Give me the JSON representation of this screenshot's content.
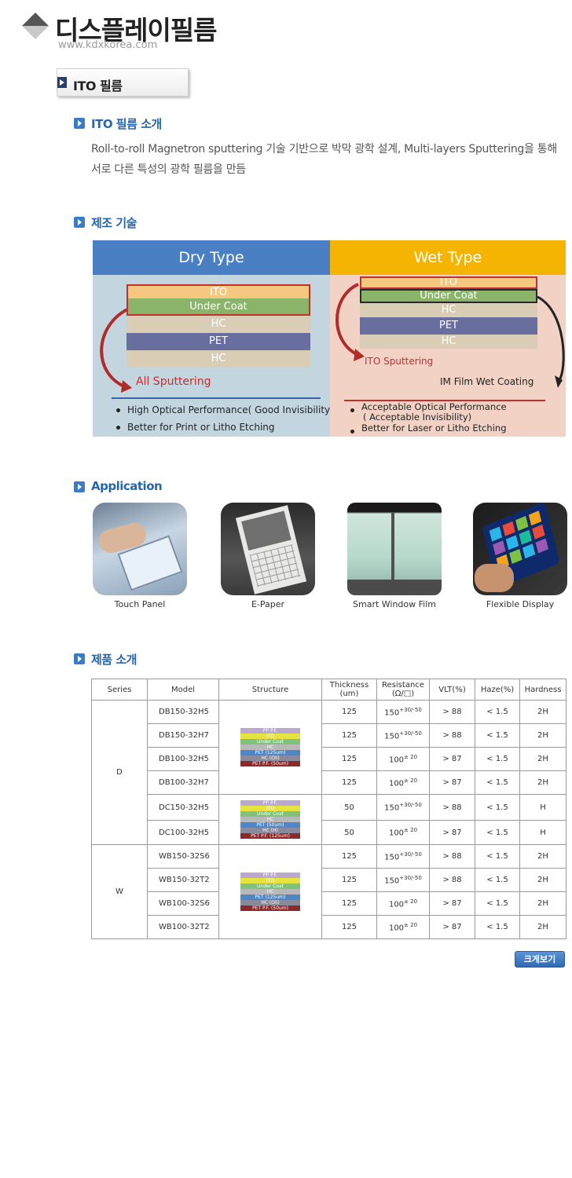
{
  "header": {
    "title": "디스플레이필름",
    "url": "www.kdxkorea.com"
  },
  "section_tab": "ITO 필름",
  "intro": {
    "heading": "ITO 필름 소개",
    "line1": "Roll-to-roll Magnetron sputtering 기술 기반으로 박막 광학 설계, Multi-layers Sputtering을 통해",
    "line2": "서로 다른 특성의 광학 필름을 만듬"
  },
  "tech": {
    "heading": "제조 기술",
    "dry": {
      "title": "Dry Type",
      "layers": [
        "ITO",
        "Under Coat",
        "HC",
        "PET",
        "HC"
      ],
      "process": "All Sputtering",
      "bullets": [
        "High Optical Performance( Good Invisibility)",
        "Better for Print or Litho Etching"
      ]
    },
    "wet": {
      "title": "Wet Type",
      "layers": [
        "ITO",
        "Under Coat",
        "HC",
        "PET",
        "HC"
      ],
      "process_left": "ITO Sputtering",
      "process_right": "IM Film Wet Coating",
      "bullets": [
        "Acceptable Optical Performance",
        "( Acceptable Invisibility)",
        "Better for Laser or Litho Etching"
      ]
    },
    "colors": {
      "dry_head": "#4a80c3",
      "wet_head": "#f5b400",
      "arrow": "#c0302c"
    }
  },
  "application": {
    "heading": "Application",
    "items": [
      "Touch Panel",
      "E-Paper",
      "Smart Window Film",
      "Flexible Display"
    ]
  },
  "products": {
    "heading": "제품 소개",
    "columns": [
      "Series",
      "Model",
      "Structure",
      "Thickness",
      "(um)",
      "Resistance",
      "(Ω/□)",
      "VLT(%)",
      "Haze(%)",
      "Hardness"
    ],
    "series": [
      "D",
      "W"
    ],
    "rows": [
      {
        "model": "DB150-32H5",
        "thickness": "125",
        "res": "150",
        "res_tol": "+30/-50",
        "vlt": "> 88",
        "haze": "< 1.5",
        "hard": "2H"
      },
      {
        "model": "DB150-32H7",
        "thickness": "125",
        "res": "150",
        "res_tol": "+30/-50",
        "vlt": "> 88",
        "haze": "< 1.5",
        "hard": "2H"
      },
      {
        "model": "DB100-32H5",
        "thickness": "125",
        "res": "100",
        "res_tol": "± 20",
        "vlt": "> 87",
        "haze": "< 1.5",
        "hard": "2H"
      },
      {
        "model": "DB100-32H7",
        "thickness": "125",
        "res": "100",
        "res_tol": "± 20",
        "vlt": "> 87",
        "haze": "< 1.5",
        "hard": "2H"
      },
      {
        "model": "DC150-32H5",
        "thickness": "50",
        "res": "150",
        "res_tol": "+30/-50",
        "vlt": "> 88",
        "haze": "< 1.5",
        "hard": "H"
      },
      {
        "model": "DC100-32H5",
        "thickness": "50",
        "res": "100",
        "res_tol": "± 20",
        "vlt": "> 87",
        "haze": "< 1.5",
        "hard": "H"
      },
      {
        "model": "WB150-32S6",
        "thickness": "125",
        "res": "150",
        "res_tol": "+30/-50",
        "vlt": "> 88",
        "haze": "< 1.5",
        "hard": "2H"
      },
      {
        "model": "WB150-32T2",
        "thickness": "125",
        "res": "150",
        "res_tol": "+30/-50",
        "vlt": "> 88",
        "haze": "< 1.5",
        "hard": "2H"
      },
      {
        "model": "WB100-32S6",
        "thickness": "125",
        "res": "100",
        "res_tol": "± 20",
        "vlt": "> 87",
        "haze": "< 1.5",
        "hard": "2H"
      },
      {
        "model": "WB100-32T2",
        "thickness": "125",
        "res": "100",
        "res_tol": "± 20",
        "vlt": "> 87",
        "haze": "< 1.5",
        "hard": "2H"
      }
    ],
    "structures": {
      "db": [
        "PP P.F.",
        "ITO",
        "Under Coat",
        "HC",
        "PET (125um)",
        "HC (Oli)",
        "PET P.F. (50um)"
      ],
      "dc": [
        "PP P.F.",
        "ITO",
        "Under Coat",
        "HC",
        "PET (50um)",
        "HC (H)",
        "PET P.F. (125um)"
      ],
      "w": [
        "PP P.F.",
        "ITO",
        "Under Coat",
        "HC",
        "PET (125um)",
        "HC (Oli)",
        "PET P.F. (50um)"
      ]
    }
  },
  "zoom_button": "크게보기"
}
